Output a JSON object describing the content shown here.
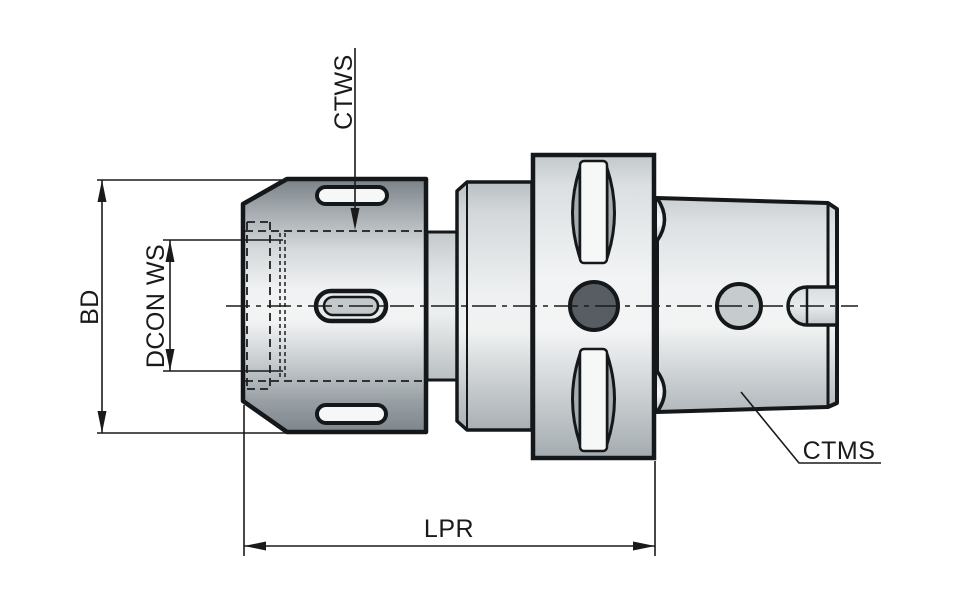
{
  "drawing": {
    "name": "collet-chuck-tool-holder-side-view",
    "background": "#ffffff",
    "labels": {
      "ctws": "CTWS",
      "bd": "BD",
      "dcon_ws": "DCON WS",
      "lpr": "LPR",
      "ctms": "CTMS"
    },
    "colors": {
      "outline": "#15181a",
      "dimension_line": "#1a1a1a",
      "dark_hole": "#575d62",
      "gray_hole": "#c6cbce",
      "lens_slot": "#a6acb0",
      "slot_fill": "#f6f8f8",
      "oblong_ring": "#e8eaeb",
      "oblong_core": "#c3c8ca"
    }
  }
}
